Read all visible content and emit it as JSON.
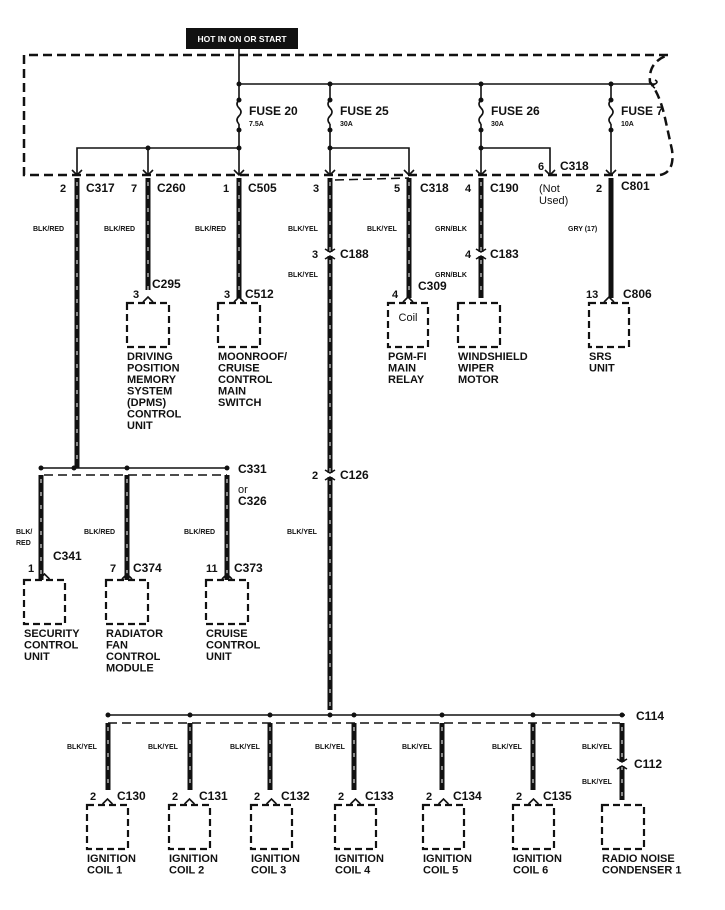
{
  "header": {
    "hot_label": "HOT IN ON OR START"
  },
  "fuses": [
    {
      "name": "FUSE 20",
      "rating": "7.5A"
    },
    {
      "name": "FUSE 25",
      "rating": "30A"
    },
    {
      "name": "FUSE 26",
      "rating": "30A"
    },
    {
      "name": "FUSE 7",
      "rating": "10A"
    }
  ],
  "fuse_box_outputs": [
    {
      "pin": "2",
      "connector": "C317"
    },
    {
      "pin": "7",
      "connector": "C260"
    },
    {
      "pin": "1",
      "connector": "C505"
    },
    {
      "pin": "3",
      "connector": ""
    },
    {
      "pin": "5",
      "connector": "C318"
    },
    {
      "pin": "4",
      "connector": "C190"
    },
    {
      "pin": "6",
      "connector": "C318",
      "note": "(Not Used)"
    },
    {
      "pin": "2",
      "connector": "C801"
    }
  ],
  "not_used_note": [
    "(Not",
    "Used)"
  ],
  "wires": {
    "blk_red": "BLK/RED",
    "blk_red_split": [
      "BLK/",
      "RED"
    ],
    "blk_yel": "BLK/YEL",
    "grn_blk": "GRN/BLK",
    "gry": "GRY (17)"
  },
  "inline_connectors": [
    {
      "pin": "3",
      "connector": "C188"
    },
    {
      "pin": "4",
      "connector": "C183"
    },
    {
      "pin": "2",
      "connector": "C126"
    },
    {
      "pin": "",
      "connector": "C112"
    }
  ],
  "splices": [
    {
      "name": "C331",
      "alt": [
        "or",
        "C326"
      ]
    },
    {
      "name": "C114"
    }
  ],
  "components": [
    {
      "id": "dpms",
      "pin": "3",
      "connector": "C295",
      "lines": [
        "DRIVING",
        "POSITION",
        "MEMORY",
        "SYSTEM",
        "(DPMS)",
        "CONTROL",
        "UNIT"
      ]
    },
    {
      "id": "moonroof",
      "pin": "3",
      "connector": "C512",
      "lines": [
        "MOONROOF/",
        "CRUISE",
        "CONTROL",
        "MAIN",
        "SWITCH"
      ]
    },
    {
      "id": "pgmfi",
      "pin": "4",
      "connector": "C309",
      "inner": "Coil",
      "lines": [
        "PGM-FI",
        "MAIN",
        "RELAY"
      ]
    },
    {
      "id": "wiper",
      "pin": "",
      "connector": "",
      "lines": [
        "WINDSHIELD",
        "WIPER",
        "MOTOR"
      ]
    },
    {
      "id": "srs",
      "pin": "13",
      "connector": "C806",
      "lines": [
        "SRS",
        "UNIT"
      ]
    },
    {
      "id": "security",
      "pin": "1",
      "connector": "C341",
      "lines": [
        "SECURITY",
        "CONTROL",
        "UNIT"
      ]
    },
    {
      "id": "radfan",
      "pin": "7",
      "connector": "C374",
      "lines": [
        "RADIATOR",
        "FAN",
        "CONTROL",
        "MODULE"
      ]
    },
    {
      "id": "cruise",
      "pin": "11",
      "connector": "C373",
      "lines": [
        "CRUISE",
        "CONTROL",
        "UNIT"
      ]
    },
    {
      "id": "coil1",
      "pin": "2",
      "connector": "C130",
      "lines": [
        "IGNITION",
        "COIL 1"
      ]
    },
    {
      "id": "coil2",
      "pin": "2",
      "connector": "C131",
      "lines": [
        "IGNITION",
        "COIL 2"
      ]
    },
    {
      "id": "coil3",
      "pin": "2",
      "connector": "C132",
      "lines": [
        "IGNITION",
        "COIL 3"
      ]
    },
    {
      "id": "coil4",
      "pin": "2",
      "connector": "C133",
      "lines": [
        "IGNITION",
        "COIL 4"
      ]
    },
    {
      "id": "coil5",
      "pin": "2",
      "connector": "C134",
      "lines": [
        "IGNITION",
        "COIL 5"
      ]
    },
    {
      "id": "coil6",
      "pin": "2",
      "connector": "C135",
      "lines": [
        "IGNITION",
        "COIL 6"
      ]
    },
    {
      "id": "radio",
      "pin": "",
      "connector": "",
      "lines": [
        "RADIO NOISE",
        "CONDENSER 1"
      ]
    }
  ]
}
